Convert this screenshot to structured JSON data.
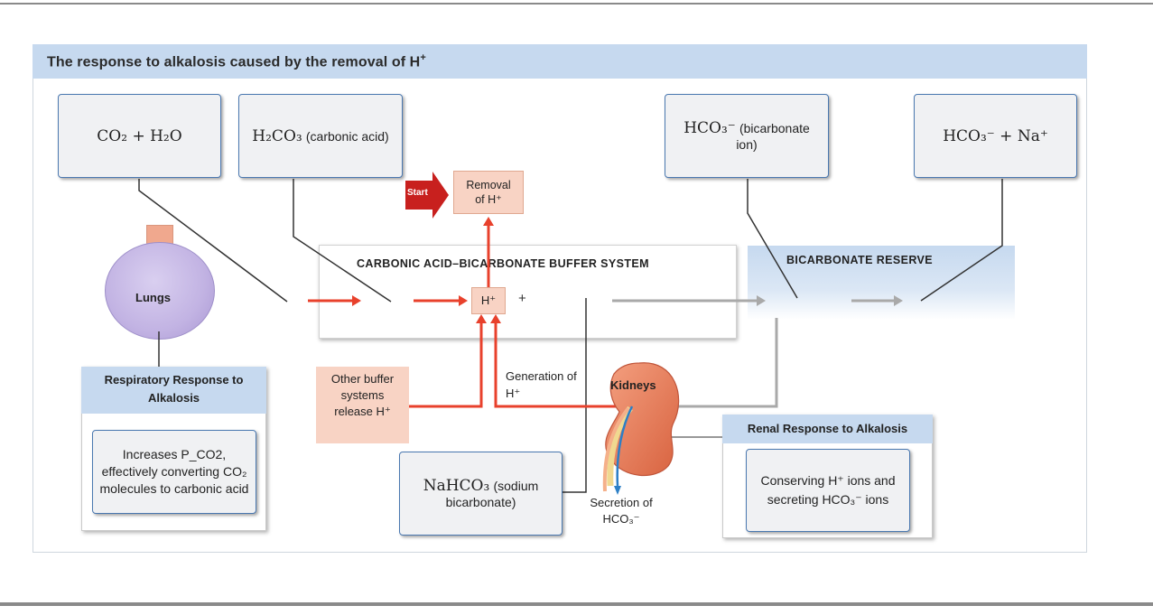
{
  "title": {
    "text": "The response to alkalosis caused by the removal of H",
    "sup": "+"
  },
  "drop_boxes": {
    "co2_h2o": {
      "math": "CO₂ + H₂O"
    },
    "h2co3": {
      "math": "H₂CO₃",
      "text": "(carbonic acid)"
    },
    "hco3": {
      "math": "HCO₃⁻",
      "text": "(bicarbonate ion)"
    },
    "hco3_na": {
      "math": "HCO₃⁻ + Na⁺"
    },
    "nahco3": {
      "math": "NaHCO₃",
      "text": "(sodium bicarbonate)"
    }
  },
  "diagram": {
    "buffer_system_label": "CARBONIC ACID–BICARBONATE BUFFER SYSTEM",
    "bicarbonate_reserve_label": "BICARBONATE RESERVE",
    "hplus_label": "H⁺",
    "plus": "+",
    "start_label": "Start",
    "removal_label": "Removal of H⁺",
    "other_buffer_label": "Other buffer systems release H⁺",
    "generation_label": "Generation of H⁺",
    "secretion_label": "Secretion of HCO₃⁻",
    "lungs_label": "Lungs",
    "kidneys_label": "Kidneys"
  },
  "respiratory": {
    "heading": "Respiratory Response to Alkalosis",
    "body": "Increases P_CO2, effectively converting CO₂ molecules to carbonic acid"
  },
  "renal": {
    "heading": "Renal Response to Alkalosis",
    "body": "Conserving H⁺ ions and secreting HCO₃⁻ ions"
  },
  "colors": {
    "accent_red": "#e8412c",
    "dark_red": "#c8201e",
    "header_blue": "#c6d9ef",
    "box_border": "#4a78b0",
    "pink": "#f8d3c4"
  }
}
